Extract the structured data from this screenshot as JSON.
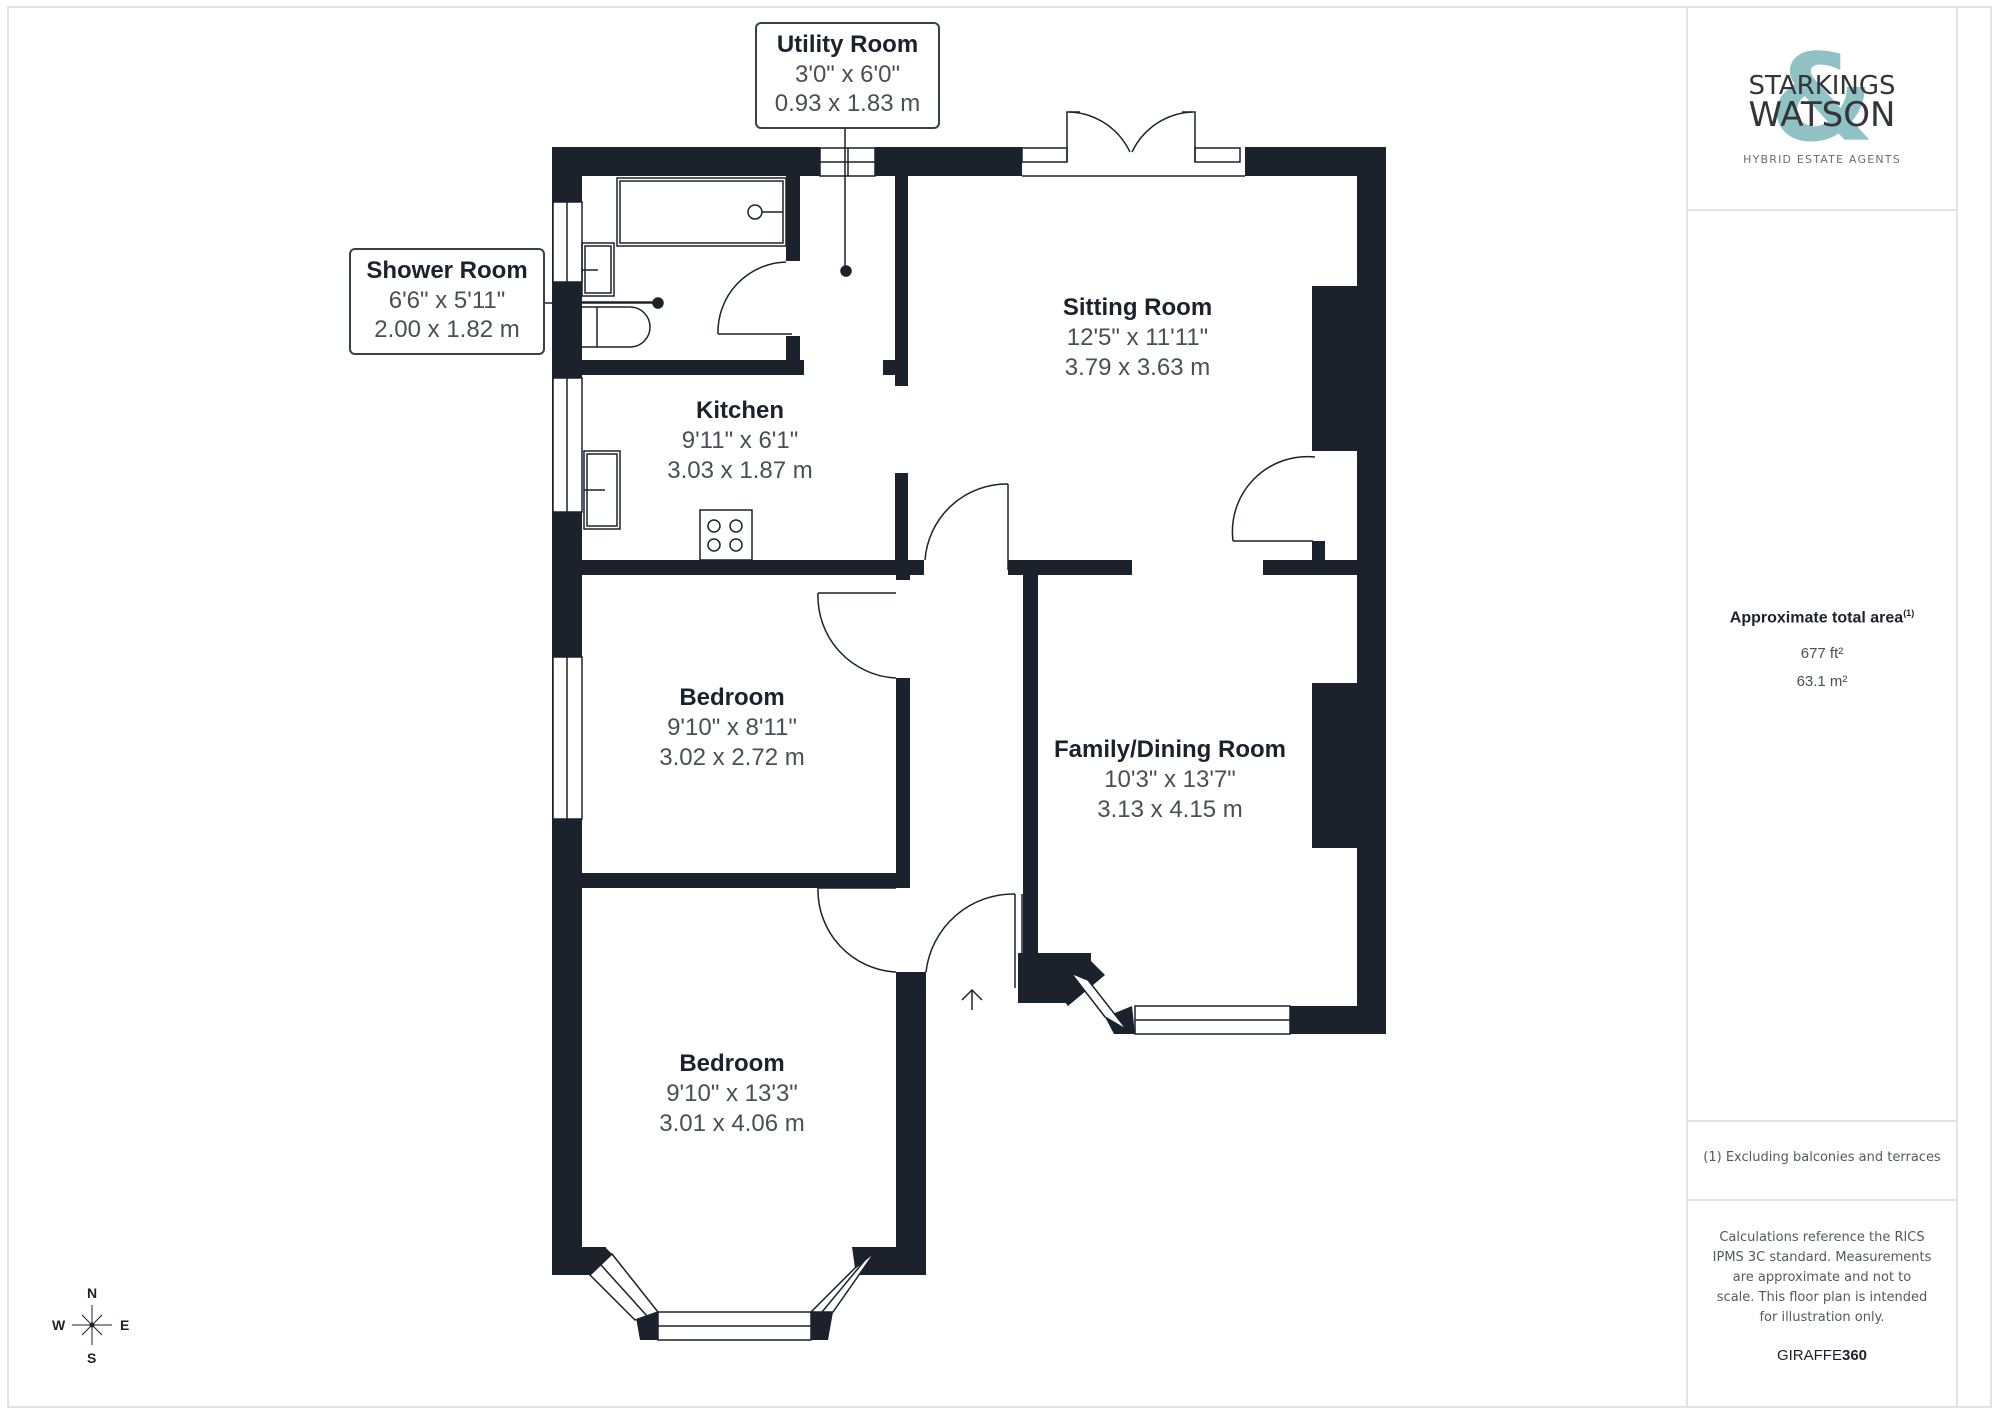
{
  "brand": {
    "line1": "STARKINGS",
    "line2": "WATSON",
    "ampersand": "&",
    "tagline": "HYBRID ESTATE AGENTS",
    "accent_color": "#8fc1c5",
    "text_color": "#333538"
  },
  "area": {
    "title": "Approximate total area",
    "footnote_marker": "(1)",
    "imperial": "677 ft²",
    "metric": "63.1 m²"
  },
  "footnote": "(1) Excluding balconies and terraces",
  "disclaimer": "Calculations reference the RICS IPMS 3C standard. Measurements are approximate and not to scale. This floor plan is intended for illustration only.",
  "credit": {
    "prefix": "GIRAFFE",
    "suffix": "360"
  },
  "compass": {
    "north": "N",
    "south": "S",
    "east": "E",
    "west": "W"
  },
  "colors": {
    "wall": "#1b222c",
    "border": "#e3e3e3",
    "dimension_text": "#4a4f55"
  },
  "rooms": [
    {
      "name": "Utility Room",
      "imperial": "3'0\" x 6'0\"",
      "metric": "0.93 x 1.83 m",
      "style": "callout"
    },
    {
      "name": "Shower Room",
      "imperial": "6'6\" x 5'11\"",
      "metric": "2.00 x 1.82 m",
      "style": "callout"
    },
    {
      "name": "Sitting Room",
      "imperial": "12'5\" x 11'11\"",
      "metric": "3.79 x 3.63 m",
      "style": "inline"
    },
    {
      "name": "Kitchen",
      "imperial": "9'11\" x 6'1\"",
      "metric": "3.03 x 1.87 m",
      "style": "inline"
    },
    {
      "name": "Bedroom",
      "imperial": "9'10\" x 8'11\"",
      "metric": "3.02 x 2.72 m",
      "style": "inline"
    },
    {
      "name": "Family/Dining Room",
      "imperial": "10'3\" x 13'7\"",
      "metric": "3.13 x 4.15 m",
      "style": "inline"
    },
    {
      "name": "Bedroom",
      "imperial": "9'10\" x 13'3\"",
      "metric": "3.01 x 4.06 m",
      "style": "inline"
    }
  ]
}
